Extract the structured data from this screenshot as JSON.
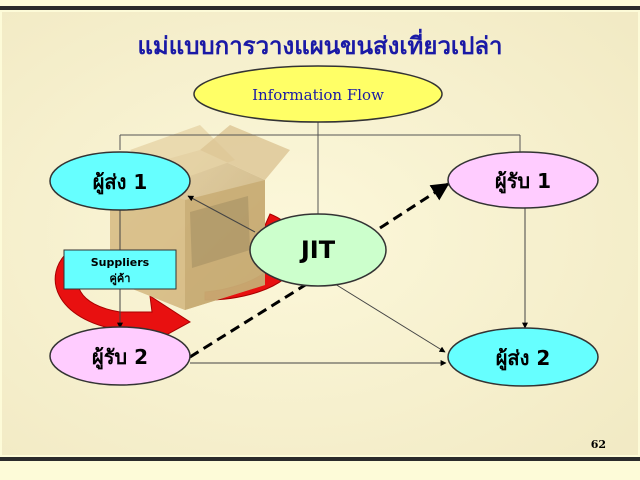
{
  "slide": {
    "title": "แม่แบบการวางแผนขนส่งเที่ยวเปล่า",
    "page_number": "62"
  },
  "colors": {
    "background": "#fdfbd8",
    "title_text": "#1a1aa6",
    "info_node": "#ffff66",
    "sender_node": "#66ffff",
    "receiver_node": "#ffccff",
    "jit_node": "#ccffcc",
    "supplier_box": "#66ffff",
    "arrow_red": "#e81010",
    "border_bars": "#2b2b2b"
  },
  "nodes": {
    "info": "Information Flow",
    "sender1": "ผู้ส่ง 1",
    "receiver1": "ผู้รับ 1",
    "jit": "JIT",
    "receiver2": "ผู้รับ 2",
    "sender2": "ผู้ส่ง 2",
    "supplier_line1": "Suppliers",
    "supplier_line2": "คู่ค้า"
  }
}
